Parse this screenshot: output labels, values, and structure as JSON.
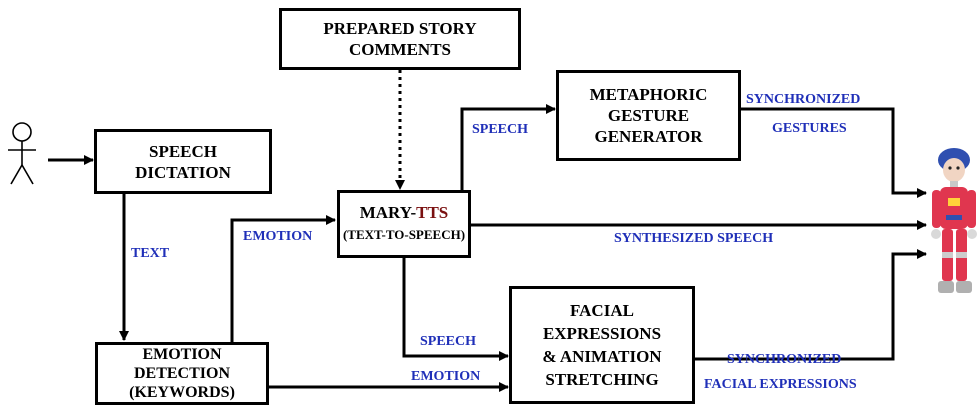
{
  "nodes": {
    "prepared_story": {
      "line1": "PREPARED STORY",
      "line2": "COMMENTS"
    },
    "speech_dictation": {
      "line1": "SPEECH",
      "line2": "DICTATION"
    },
    "mary_tts": {
      "title_a": "MARY-",
      "title_b": "TTS",
      "sub": "(TEXT-TO-SPEECH)"
    },
    "metaphoric": {
      "line1": "METAPHORIC",
      "line2": "GESTURE",
      "line3": "GENERATOR"
    },
    "emotion_detection": {
      "line1": "EMOTION",
      "line2": "DETECTION",
      "line3": "(KEYWORDS)"
    },
    "facial": {
      "line1": "FACIAL",
      "line2": "EXPRESSIONS",
      "line3": "& ANIMATION",
      "line4": "STRETCHING"
    }
  },
  "edges": {
    "text": "TEXT",
    "emotion_top": "EMOTION",
    "speech_top": "SPEECH",
    "synchronized_top": "SYNCHRONIZED",
    "gestures": "GESTURES",
    "synthesized_speech": "SYNTHESIZED SPEECH",
    "speech_bottom": "SPEECH",
    "emotion_bottom": "EMOTION",
    "synchronized_bottom": "SYNCHRONIZED",
    "facial_expressions": "FACIAL EXPRESSIONS"
  },
  "colors": {
    "label_blue": "#1f2fb8",
    "tts_accent": "#7a1010"
  },
  "icons": {
    "user": "stick-figure-icon",
    "robot": "robot-figure"
  }
}
